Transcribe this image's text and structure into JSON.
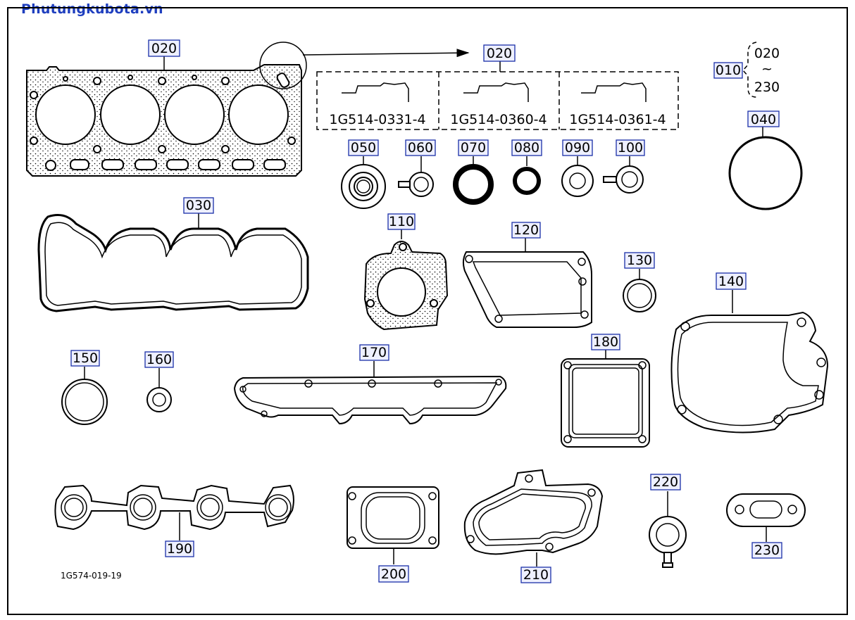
{
  "site_watermark": "Phutungkubota.vn",
  "drawing_code": "1G574-019-19",
  "callouts": {
    "c010": "010",
    "c020a": "020",
    "c020b": "020",
    "c020_range": "020",
    "c230_range": "230",
    "c030": "030",
    "c040": "040",
    "c050": "050",
    "c060": "060",
    "c070": "070",
    "c080": "080",
    "c090": "090",
    "c100": "100",
    "c110": "110",
    "c120": "120",
    "c130": "130",
    "c140": "140",
    "c150": "150",
    "c160": "160",
    "c170": "170",
    "c180": "180",
    "c190": "190",
    "c200": "200",
    "c210": "210",
    "c220": "220",
    "c230": "230"
  },
  "part_numbers": [
    "1G514-0331-4",
    "1G514-0360-4",
    "1G514-0361-4"
  ],
  "range_symbol": "~"
}
